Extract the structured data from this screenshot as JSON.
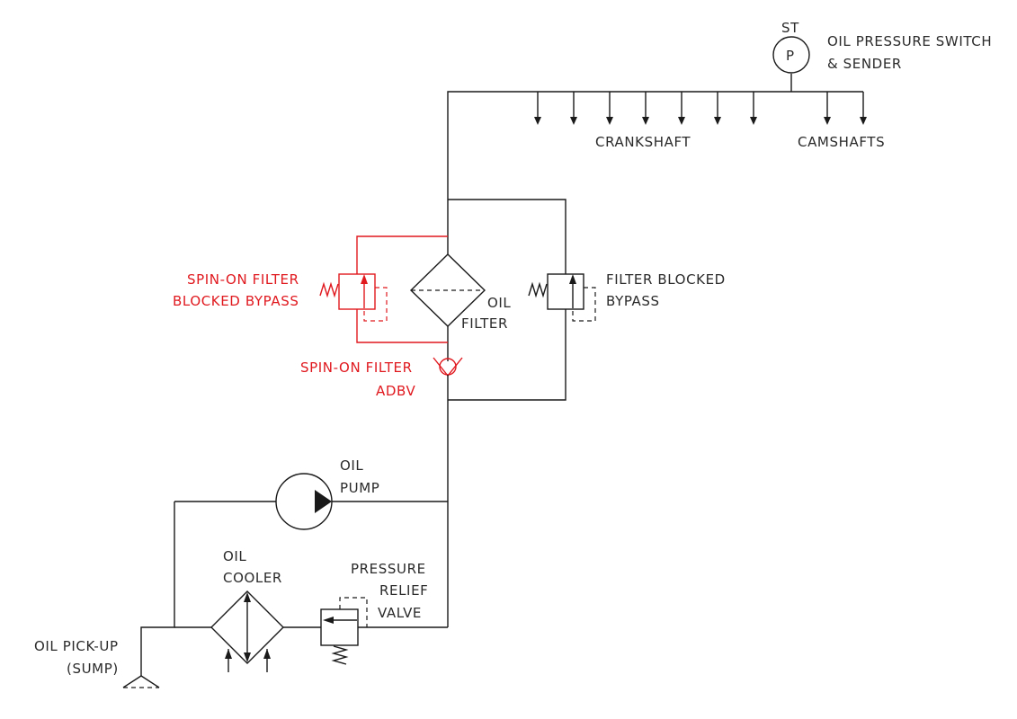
{
  "labels": {
    "st": "ST",
    "p": "P",
    "pressure_switch_1": "OIL PRESSURE SWITCH",
    "pressure_switch_2": "& SENDER",
    "crankshaft": "CRANKSHAFT",
    "camshafts": "CAMSHAFTS",
    "spin_bypass_1": "SPIN-ON FILTER",
    "spin_bypass_2": "BLOCKED BYPASS",
    "oil_filter_1": "OIL",
    "oil_filter_2": "FILTER",
    "filter_bypass_1": "FILTER BLOCKED",
    "filter_bypass_2": "BYPASS",
    "adbv_1": "SPIN-ON FILTER",
    "adbv_2": "ADBV",
    "pump_1": "OIL",
    "pump_2": "PUMP",
    "cooler_1": "OIL",
    "cooler_2": "COOLER",
    "relief_1": "PRESSURE",
    "relief_2": "RELIEF",
    "relief_3": "VALVE",
    "pickup_1": "OIL PICK-UP",
    "pickup_2": "(SUMP)"
  },
  "colors": {
    "line": "#1a1a1a",
    "spin_on_highlight": "#e0191f"
  }
}
